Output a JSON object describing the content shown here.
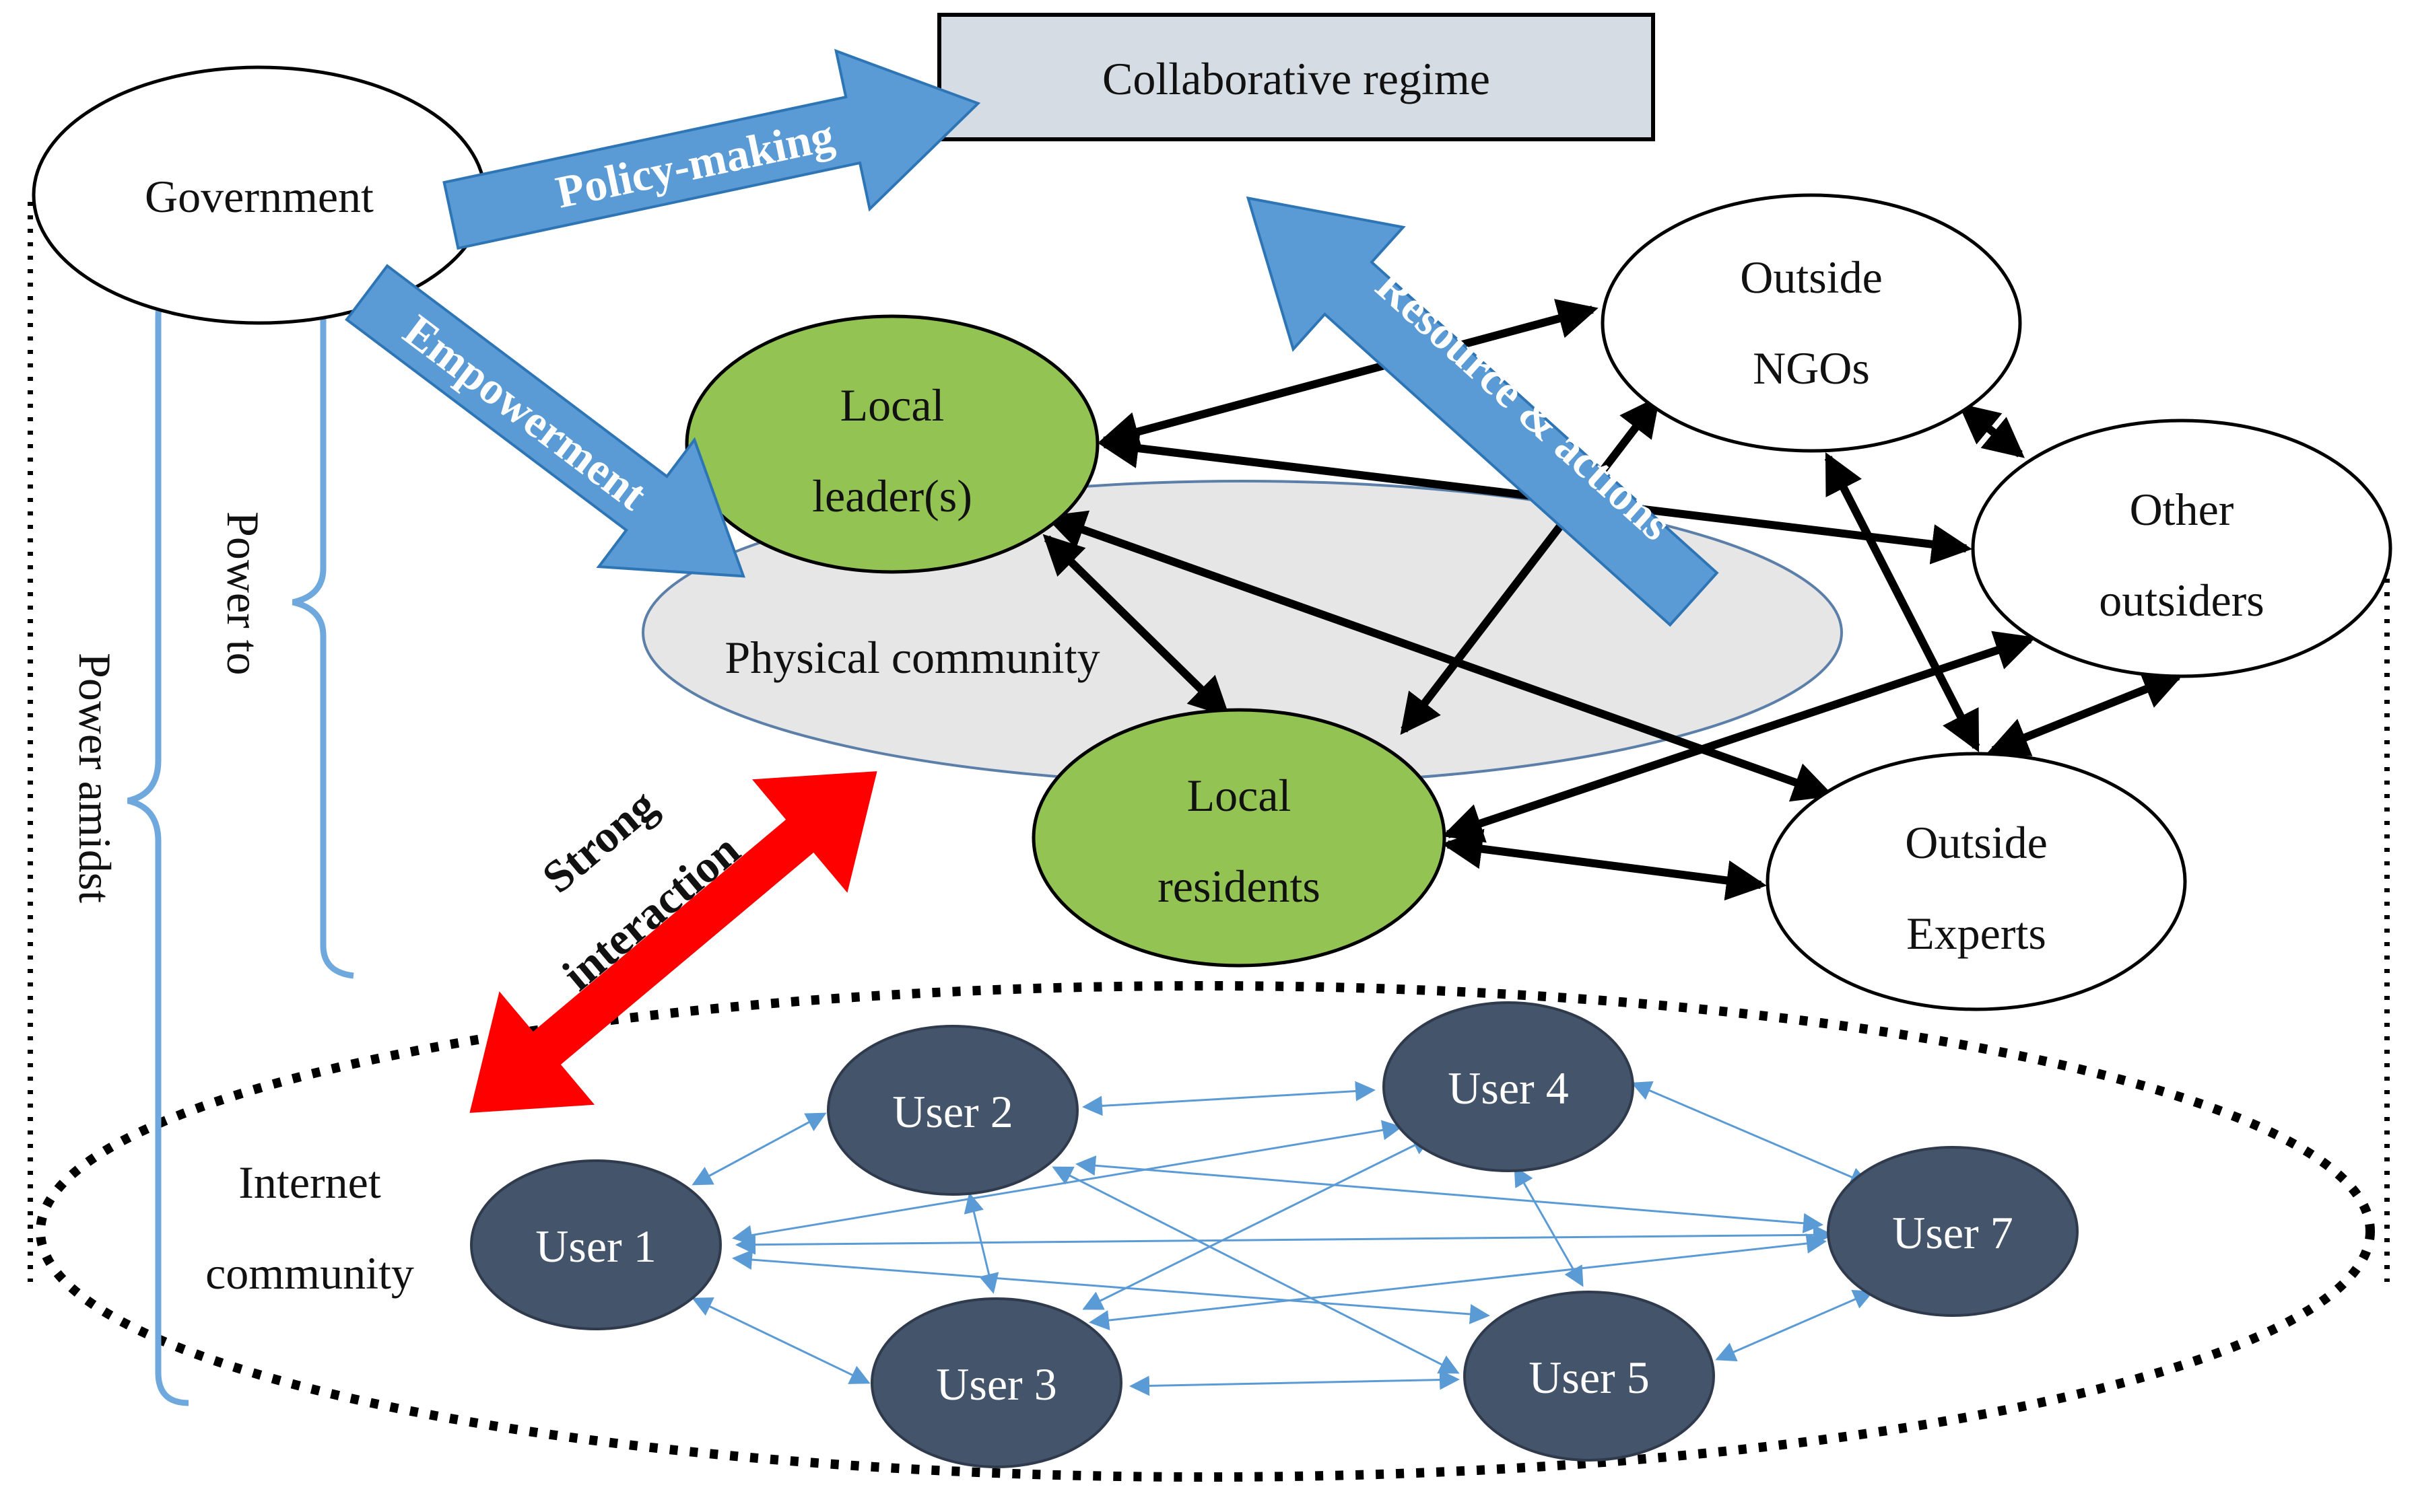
{
  "colors": {
    "blue_banner": "#5b9bd5",
    "blue_banner_edge": "#2e75b6",
    "bracket": "#6fa8dc",
    "local_green": "#92c353",
    "user_fill": "#44546a",
    "physical_fill": "#e7e6e6",
    "regime_fill": "#d6dce4",
    "strong_red": "#ff0000",
    "user_link": "#5b9bd5"
  },
  "nodes": {
    "government": "Government",
    "collaborative_regime": "Collaborative regime",
    "local_leaders": [
      "Local",
      "leader(s)"
    ],
    "local_residents": [
      "Local",
      "residents"
    ],
    "physical_community": "Physical community",
    "outside_ngos": [
      "Outside",
      "NGOs"
    ],
    "other_outsiders": [
      "Other",
      "outsiders"
    ],
    "outside_experts": [
      "Outside",
      "Experts"
    ],
    "internet_community": [
      "Internet",
      "community"
    ]
  },
  "users": [
    "User 1",
    "User 2",
    "User 3",
    "User 4",
    "User 5",
    "User 7"
  ],
  "arrows": {
    "policy_making": "Policy-making",
    "empowerment": "Empowerment",
    "resource_actions": "Resource & actions",
    "strong_interaction": [
      "Strong",
      "interaction"
    ]
  },
  "brackets": {
    "power_to": "Power to",
    "power_amidst": "Power amidst"
  }
}
